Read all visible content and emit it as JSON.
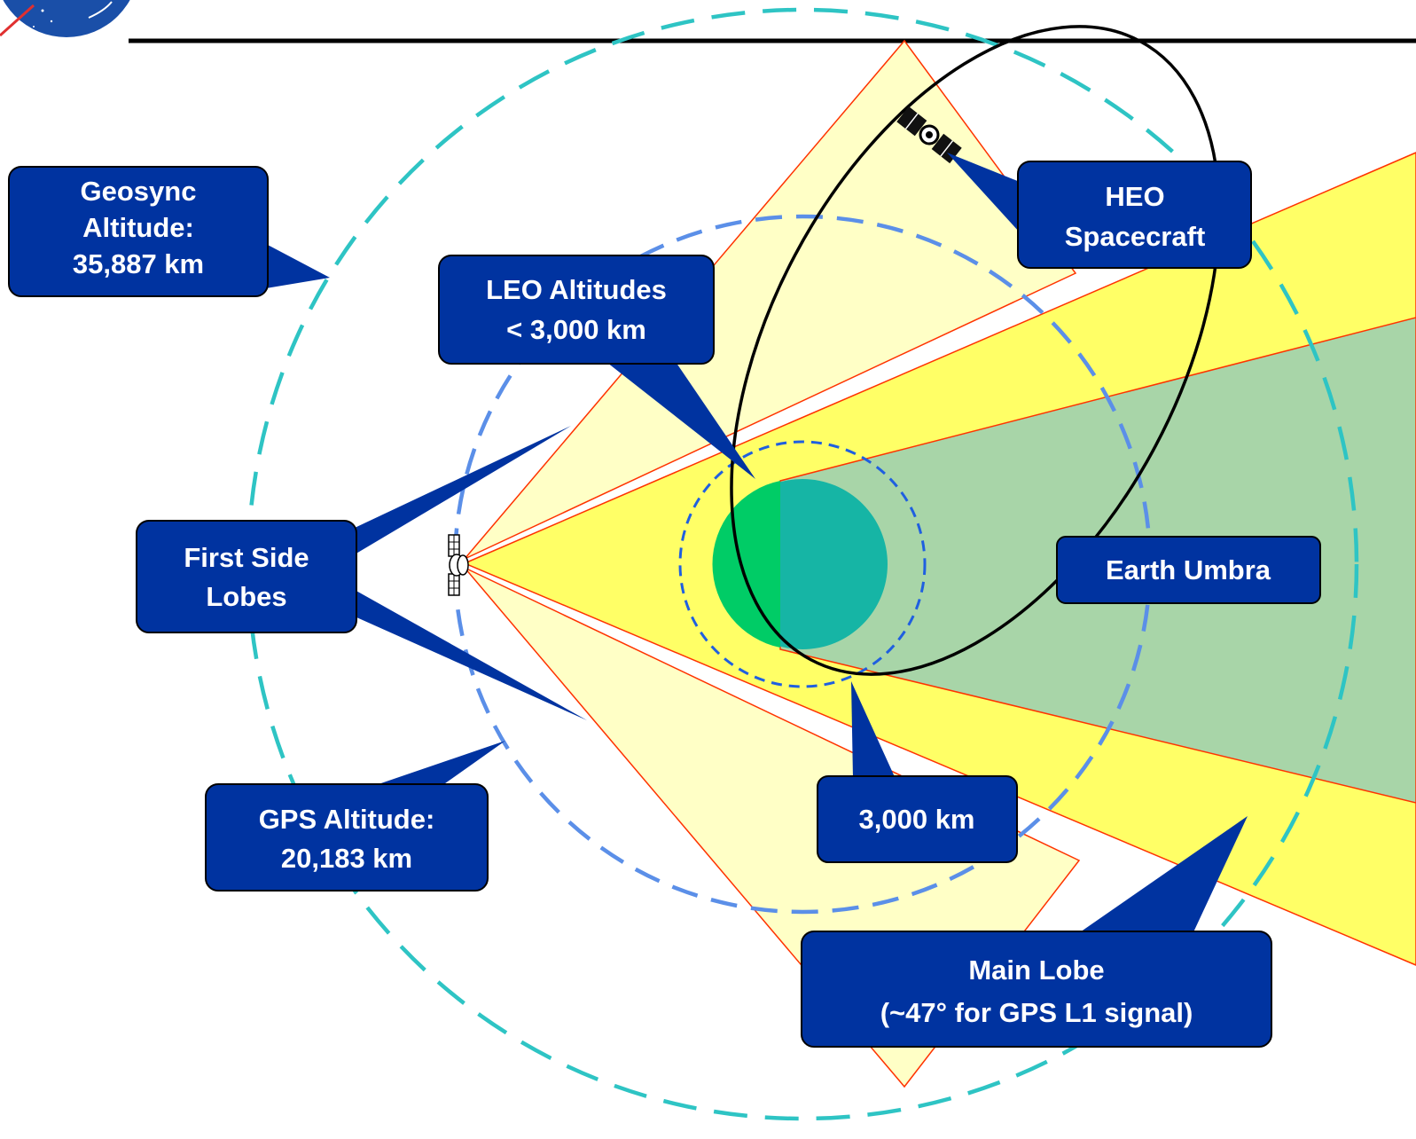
{
  "colors": {
    "geo_ring": "#2EC4C4",
    "gps_ring": "#5B8FE8",
    "leo_ring": "#1F5FE0",
    "main_lobe": "#FFFF66",
    "side_lobe": "#FFFFC6",
    "umbra": "#A8D5A8",
    "earth_day": "#00CC66",
    "earth_night": "#16B5A5",
    "callout_fill": "#0033A0",
    "beam_edge": "#FF3300",
    "logo_blue": "#1A4FA8"
  },
  "icons": [
    "nasa-logo",
    "gps-satellite-icon",
    "heo-satellite-icon"
  ],
  "labels": {
    "geosync": [
      "Geosync",
      "Altitude:",
      "35,887 km"
    ],
    "leo": [
      "LEO Altitudes",
      "< 3,000 km"
    ],
    "heo": [
      "HEO",
      "Spacecraft"
    ],
    "side_lobes": [
      "First Side",
      "Lobes"
    ],
    "earth_umbra": [
      "Earth Umbra"
    ],
    "gps_altitude": [
      "GPS Altitude:",
      "20,183 km"
    ],
    "leo_radius": [
      "3,000 km"
    ],
    "main_lobe": [
      "Main Lobe",
      "(~47°  for GPS L1 signal)"
    ]
  }
}
